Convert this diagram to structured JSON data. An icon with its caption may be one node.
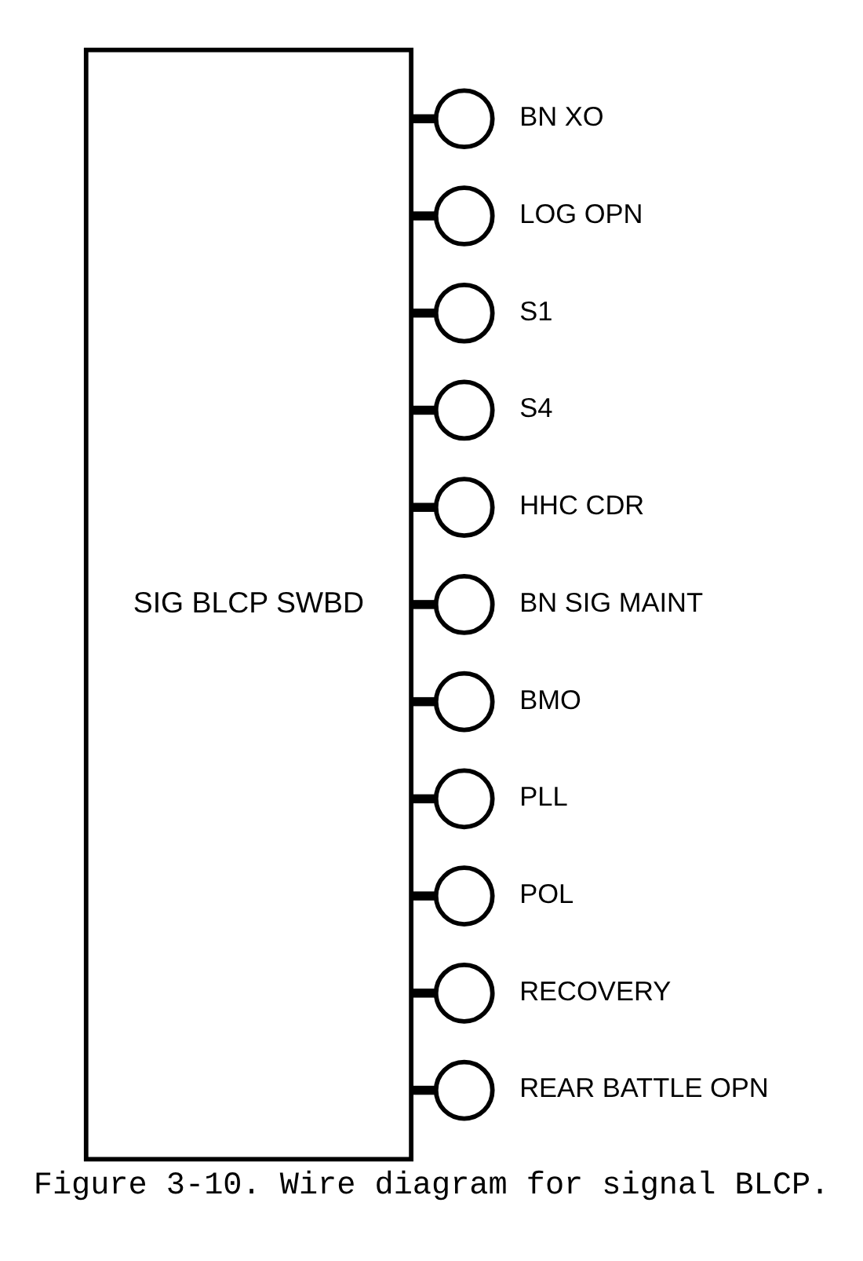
{
  "diagram": {
    "caption": "Figure 3-10. Wire diagram for signal BLCP.",
    "nodes": [
      {
        "text": [
          "SIG BLCP SWBD"
        ]
      },
      {
        "text": [],
        "shape": "circle",
        "beside": [
          "BN XO"
        ]
      },
      {
        "text": [],
        "shape": "circle",
        "beside": [
          "LOG OPN"
        ]
      },
      {
        "text": [],
        "shape": "circle",
        "beside": [
          "S1"
        ]
      },
      {
        "text": [],
        "shape": "circle",
        "beside": [
          "S4"
        ]
      },
      {
        "text": [],
        "shape": "circle",
        "beside": [
          "HHC CDR"
        ]
      },
      {
        "text": [],
        "shape": "circle",
        "beside": [
          "BN SIG MAINT"
        ]
      },
      {
        "text": [],
        "shape": "circle",
        "beside": [
          "BMO"
        ]
      },
      {
        "text": [],
        "shape": "circle",
        "beside": [
          "PLL"
        ]
      },
      {
        "text": [],
        "shape": "circle",
        "beside": [
          "POL"
        ]
      },
      {
        "text": [],
        "shape": "circle",
        "beside": [
          "RECOVERY"
        ]
      },
      {
        "text": [],
        "shape": "circle",
        "beside": [
          "REAR BATTLE OPN"
        ]
      }
    ],
    "edges": [
      {
        "from": 0,
        "to": 1,
        "arrow": "none"
      },
      {
        "from": 0,
        "to": 2,
        "arrow": "none"
      },
      {
        "from": 0,
        "to": 3,
        "arrow": "none"
      },
      {
        "from": 0,
        "to": 4,
        "arrow": "none"
      },
      {
        "from": 0,
        "to": 5,
        "arrow": "none"
      },
      {
        "from": 0,
        "to": 6,
        "arrow": "none"
      },
      {
        "from": 0,
        "to": 7,
        "arrow": "none"
      },
      {
        "from": 0,
        "to": 8,
        "arrow": "none"
      },
      {
        "from": 0,
        "to": 9,
        "arrow": "none"
      },
      {
        "from": 0,
        "to": 10,
        "arrow": "none"
      },
      {
        "from": 0,
        "to": 11,
        "arrow": "none"
      }
    ]
  }
}
